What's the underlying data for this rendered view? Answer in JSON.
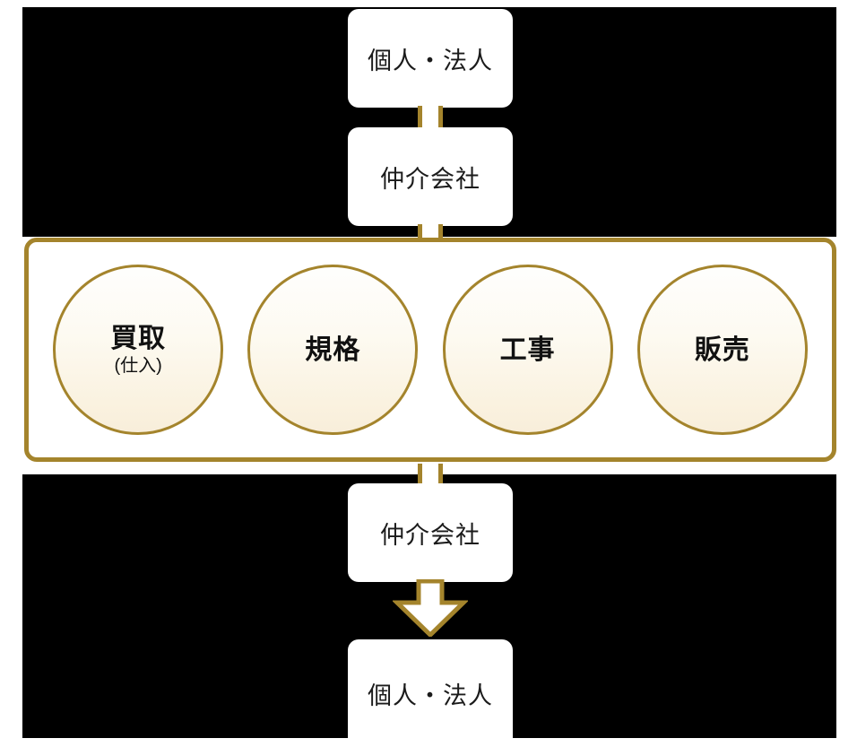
{
  "diagram": {
    "title": "real-estate-reuse-flow",
    "colors": {
      "gold": "#A4842C",
      "backdrop": "#000000",
      "box_fill": "#FFFFFF",
      "circle_top": "#FEFEFD",
      "circle_bottom": "#F8EEDA",
      "text": "#111111"
    },
    "nodes": {
      "buyer_top": "個人・法人",
      "broker_top": "仲介会社",
      "broker_bottom": "仲介会社",
      "buyer_bottom": "個人・法人"
    },
    "process": {
      "steps": [
        {
          "main": "買取",
          "sub": "(仕入)"
        },
        {
          "main": "規格",
          "sub": ""
        },
        {
          "main": "工事",
          "sub": ""
        },
        {
          "main": "販売",
          "sub": ""
        }
      ]
    },
    "connectors": {
      "link_1": "buyer-top-to-broker-top",
      "link_2": "broker-top-to-process",
      "link_3": "process-to-broker-bottom",
      "arrow": "broker-bottom-to-buyer-bottom"
    }
  }
}
